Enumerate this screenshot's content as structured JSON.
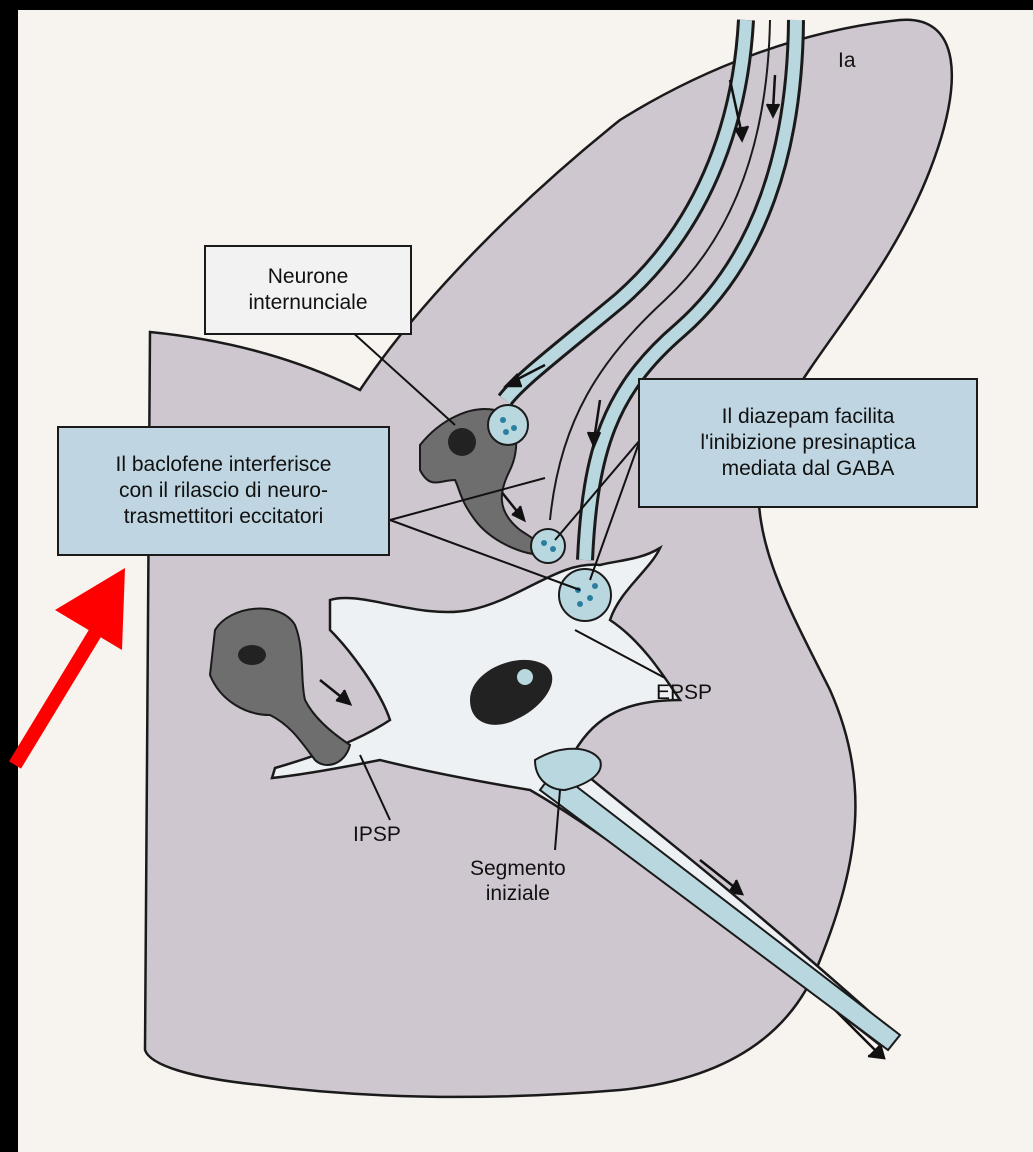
{
  "labels": {
    "ia": "Ia",
    "neurone_internunciale": "Neurone\ninternunciale",
    "diazepam": "Il diazepam facilita\nl'inibizione presinaptica\nmediata dal GABA",
    "baclofene": "Il baclofene interferisce\ncon il rilascio di neuro-\ntrasmettitori eccitatori",
    "epsp": "EPSP",
    "ipsp": "IPSP",
    "segmento_iniziale": "Segmento\niniziale"
  },
  "colors": {
    "background": "#000000",
    "page": "#f7f3ef",
    "gray_matter": "#cfc7cf",
    "neuron_fill": "#eef1f4",
    "axon_fill": "#b9d7df",
    "vesicle": "#2a7fa0",
    "dark_neuron": "#6e6e6e",
    "highlight_box": "#bfd6e2",
    "arrow_red": "#ff0000"
  },
  "icons": {
    "pointer": "red-arrow-icon"
  }
}
